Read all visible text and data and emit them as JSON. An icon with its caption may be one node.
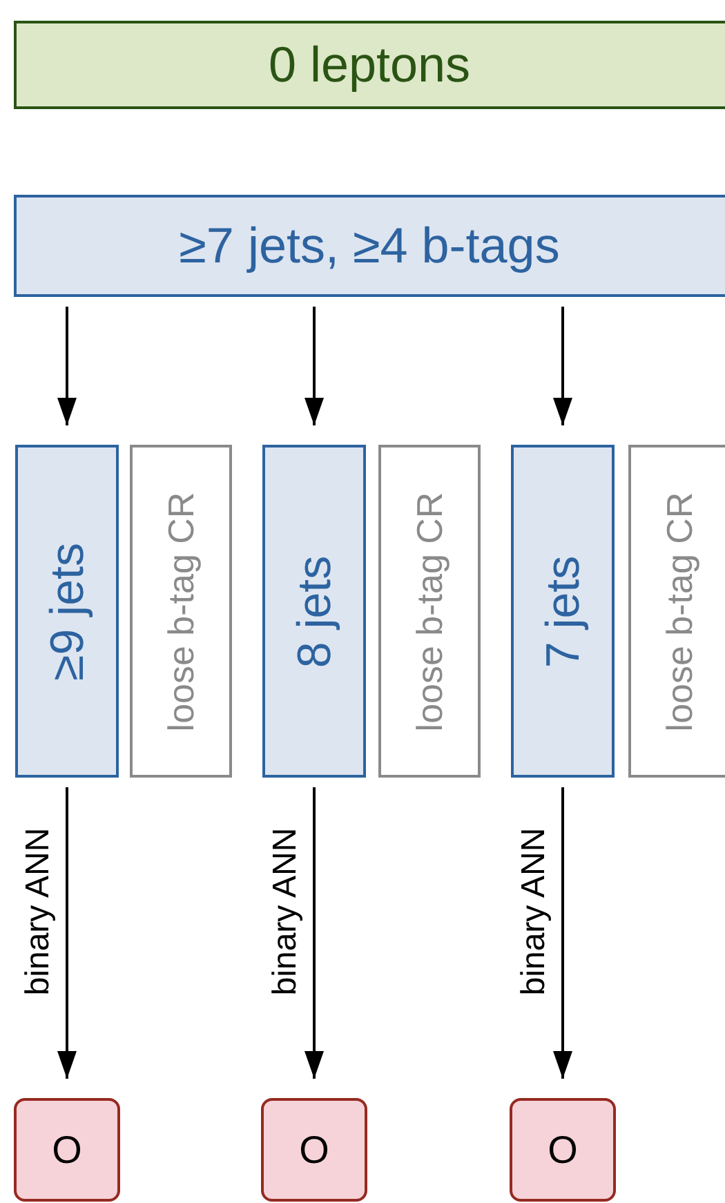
{
  "diagram": {
    "nodes": [
      {
        "text": [
          "0 leptons"
        ]
      },
      {
        "text": [
          "≥7 jets, ≥4 b-tags"
        ]
      },
      {
        "text": [
          "≥9 jets"
        ]
      },
      {
        "text": [
          "loose b-tag CR"
        ]
      },
      {
        "text": [
          "8 jets"
        ]
      },
      {
        "text": [
          "loose b-tag CR"
        ]
      },
      {
        "text": [
          "7 jets"
        ]
      },
      {
        "text": [
          "loose b-tag CR"
        ]
      },
      {
        "text": [
          "O"
        ]
      },
      {
        "text": [
          "O"
        ]
      },
      {
        "text": [
          "O"
        ]
      }
    ],
    "edges": [
      {
        "from": 1,
        "to": 2,
        "arrow": "to"
      },
      {
        "from": 1,
        "to": 4,
        "arrow": "to"
      },
      {
        "from": 1,
        "to": 6,
        "arrow": "to"
      },
      {
        "from": 2,
        "to": 8,
        "arrow": "to",
        "label": "binary ANN"
      },
      {
        "from": 4,
        "to": 9,
        "arrow": "to",
        "label": "binary ANN"
      },
      {
        "from": 6,
        "to": 10,
        "arrow": "to",
        "label": "binary ANN"
      }
    ]
  }
}
